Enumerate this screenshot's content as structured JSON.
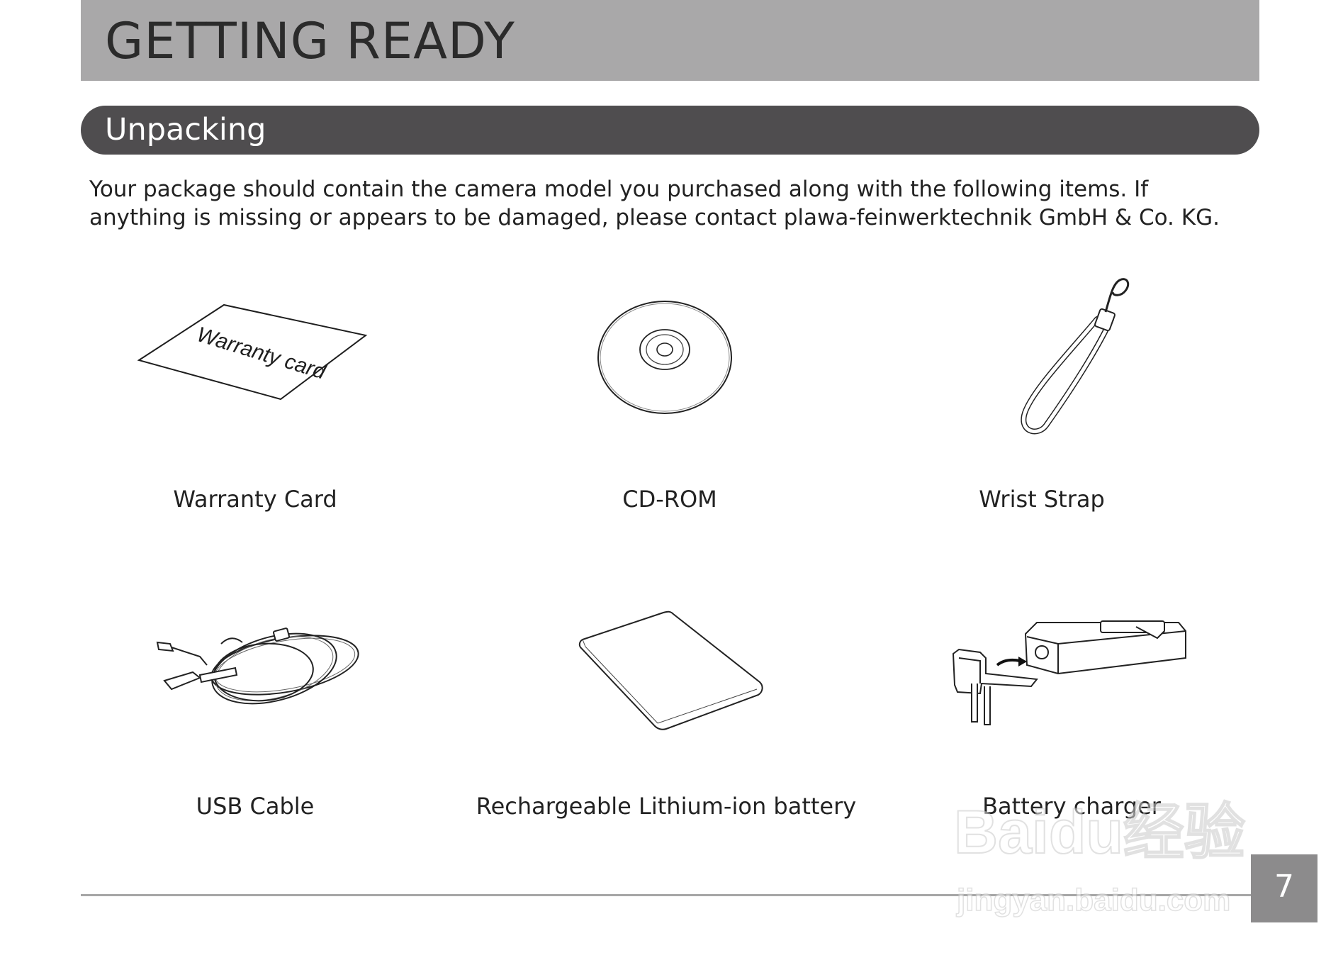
{
  "header": {
    "title": "GETTING READY"
  },
  "section": {
    "title": "Unpacking"
  },
  "intro": "Your package should contain the camera model you purchased along with the following items. If anything is missing or appears to be damaged, please contact plawa-feinwerktechnik GmbH & Co. KG.",
  "items": [
    {
      "caption": "Warranty Card",
      "icon": "warranty-card-icon",
      "card_text": "Warranty card"
    },
    {
      "caption": "CD-ROM",
      "icon": "cd-rom-icon"
    },
    {
      "caption": "Wrist Strap",
      "icon": "wrist-strap-icon"
    },
    {
      "caption": "USB Cable",
      "icon": "usb-cable-icon"
    },
    {
      "caption": "Rechargeable Lithium-ion battery",
      "icon": "battery-icon"
    },
    {
      "caption": "Battery charger",
      "icon": "battery-charger-icon"
    }
  ],
  "footer": {
    "page_number": "7"
  },
  "watermark": {
    "main": "Baidu经验",
    "sub": "jingyan.baidu.com"
  }
}
